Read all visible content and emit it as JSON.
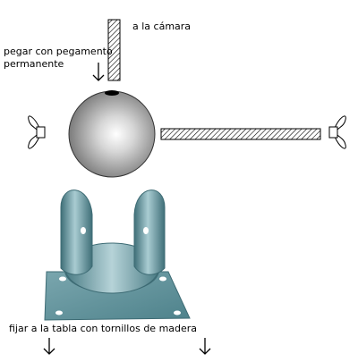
{
  "labels": {
    "camera": "a la cámara",
    "glue_line1": "pegar con pegamento",
    "glue_line2": "permanente",
    "fix_board": "fijar a la tabla con tornillos de madera"
  },
  "colors": {
    "sphere_light": "#ffffff",
    "sphere_dark": "#6e6e6e",
    "bracket_light": "#a9ccd2",
    "bracket_mid": "#5f8f98",
    "bracket_dark": "#3d6b74",
    "hatch": "#000000"
  },
  "icons": {
    "wing_nut": "wing-nut-icon",
    "arrow": "down-arrow-icon"
  }
}
